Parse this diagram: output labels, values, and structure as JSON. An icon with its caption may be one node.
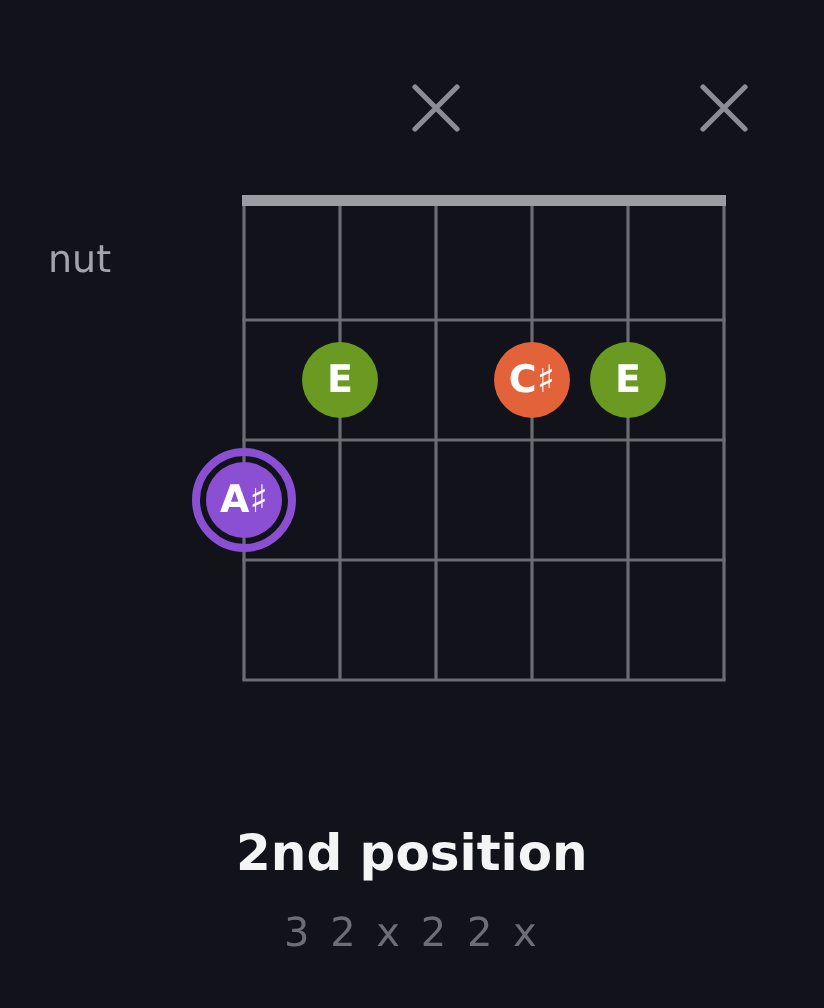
{
  "diagram": {
    "title": "2nd position",
    "nodes": [
      {
        "text": [
          "E"
        ]
      },
      {
        "text": [
          "C♯"
        ]
      },
      {
        "text": [
          "E"
        ]
      },
      {
        "text": [
          "A♯"
        ]
      }
    ],
    "labels": [
      "nut",
      "3 2 x 2 2 x"
    ]
  }
}
